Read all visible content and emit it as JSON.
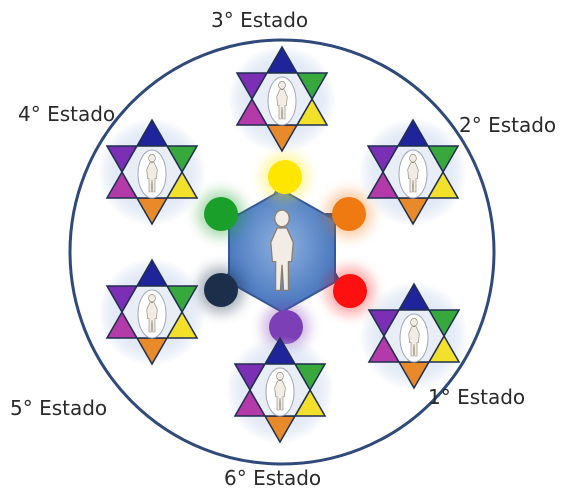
{
  "states": [
    {
      "id": "s1",
      "label": "1° Estado"
    },
    {
      "id": "s2",
      "label": "2° Estado"
    },
    {
      "id": "s3",
      "label": "3° Estado"
    },
    {
      "id": "s4",
      "label": "4° Estado"
    },
    {
      "id": "s5",
      "label": "5° Estado"
    },
    {
      "id": "s6",
      "label": "6° Estado"
    }
  ],
  "palette": {
    "outer_ring": "#2f4a7a",
    "hexagon_fill": "#4f7fc6",
    "star_outline": "#1f2f4f",
    "glow": "#c9d7ef"
  },
  "chakra_dots": [
    {
      "name": "yellow",
      "color": "#ffe600"
    },
    {
      "name": "orange",
      "color": "#f07a12"
    },
    {
      "name": "red",
      "color": "#ff1010"
    },
    {
      "name": "purple",
      "color": "#7d3fb5"
    },
    {
      "name": "dark-navy",
      "color": "#1c2e4a"
    },
    {
      "name": "green",
      "color": "#1aa02a"
    }
  ],
  "star_colors": {
    "top": "#20249a",
    "upper_right": "#37a93c",
    "lower_right": "#f2e02a",
    "bottom": "#e88a2a",
    "lower_left": "#b33aa8",
    "upper_left": "#7a2fb4"
  }
}
